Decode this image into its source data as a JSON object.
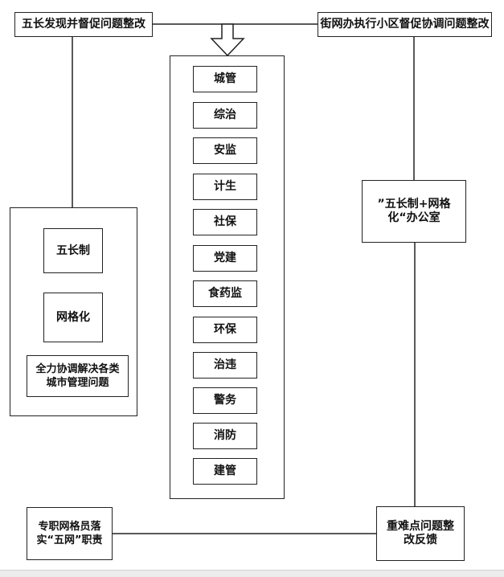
{
  "top": {
    "left_box": "五长发现并督促问题整改",
    "right_box": "街网办执行小区督促协调问题整改"
  },
  "left_panel": {
    "items": [
      "五长制",
      "网格化",
      "全力协调解决各类城市管理问题"
    ]
  },
  "departments": [
    "城管",
    "综治",
    "安监",
    "计生",
    "社保",
    "党建",
    "食药监",
    "环保",
    "治违",
    "警务",
    "消防",
    "建管"
  ],
  "right_box": "”五长制+网格化“办公室",
  "bottom": {
    "left_box": "专职网格员落实“五网”职责",
    "right_box": "重难点问题整改反馈"
  }
}
